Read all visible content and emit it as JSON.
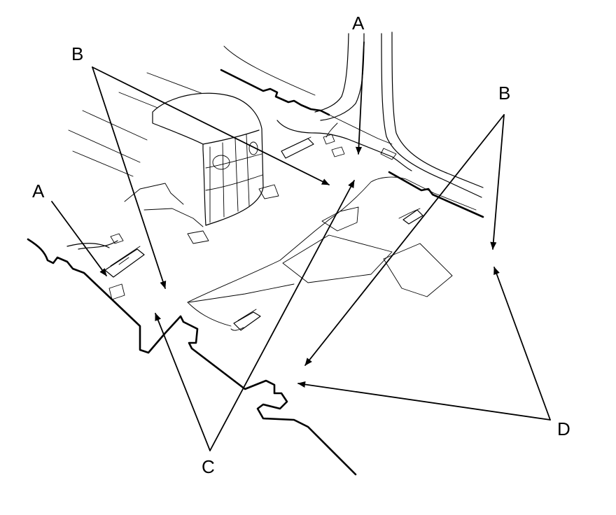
{
  "diagram": {
    "callouts": [
      {
        "id": "a-top",
        "letter": "A"
      },
      {
        "id": "b-left",
        "letter": "B"
      },
      {
        "id": "b-right",
        "letter": "B"
      },
      {
        "id": "a-left",
        "letter": "A"
      },
      {
        "id": "c-bottom",
        "letter": "C"
      },
      {
        "id": "d-bottom",
        "letter": "D"
      }
    ]
  }
}
